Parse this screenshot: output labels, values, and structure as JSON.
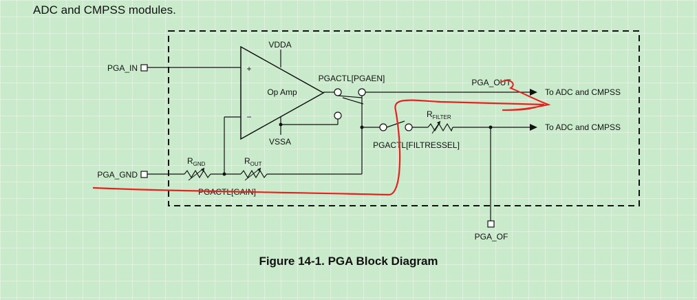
{
  "page": {
    "intro_top_fragment": "...",
    "intro_line": "ADC and CMPSS modules.",
    "caption": "Figure 14-1. PGA Block Diagram"
  },
  "diagram": {
    "pins": {
      "pga_in": "PGA_IN",
      "pga_gnd": "PGA_GND",
      "pga_out": "PGA_OUT",
      "pga_of": "PGA_OF"
    },
    "supplies": {
      "vdda": "VDDA",
      "vssa": "VSSA"
    },
    "opamp": {
      "label": "Op Amp",
      "plus": "+",
      "minus": "−"
    },
    "controls": {
      "pgaen": "PGACTL[PGAEN]",
      "filtressel": "PGACTL[FILTRESSEL]",
      "gain": "PGACTL[GAIN]"
    },
    "resistors": {
      "rgnd_main": "R",
      "rgnd_sub": "GND",
      "rout_main": "R",
      "rout_sub": "OUT",
      "rfilter_main": "R",
      "rfilter_sub": "FILTER"
    },
    "outputs": {
      "adc_cmpss_1": "To ADC and CMPSS",
      "adc_cmpss_2": "To ADC and CMPSS"
    },
    "colors": {
      "line": "#111111",
      "annotation": "#e8201e",
      "background": "#c9ebcb"
    }
  }
}
